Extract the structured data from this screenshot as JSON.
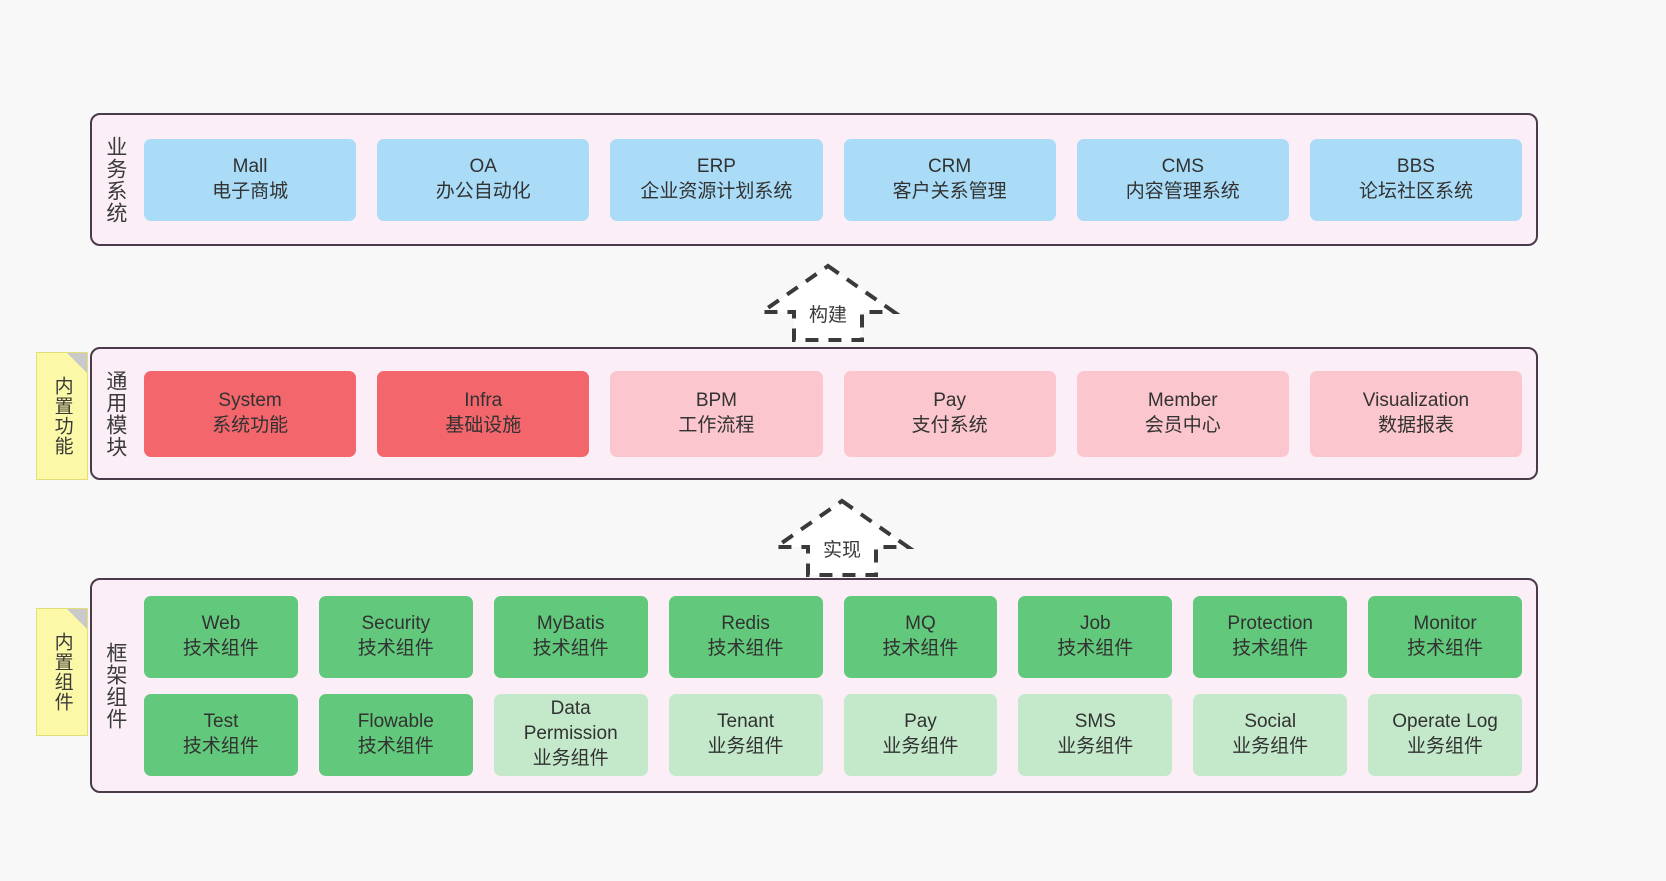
{
  "diagram": {
    "background_color": "#f8f8f8",
    "layer_fill": "#fbeef6",
    "layer_border": "#4a3b4a",
    "note_color": "#fbf8a8"
  },
  "layers": [
    {
      "id": "business-systems",
      "title": "业务系统",
      "rows": [
        {
          "style": "c-blue",
          "cells": [
            {
              "en": "Mall",
              "cn": "电子商城"
            },
            {
              "en": "OA",
              "cn": "办公自动化"
            },
            {
              "en": "ERP",
              "cn": "企业资源计划系统"
            },
            {
              "en": "CRM",
              "cn": "客户关系管理"
            },
            {
              "en": "CMS",
              "cn": "内容管理系统"
            },
            {
              "en": "BBS",
              "cn": "论坛社区系统"
            }
          ]
        }
      ]
    },
    {
      "id": "common-modules",
      "title": "通用模块",
      "note": "内置功能",
      "rows": [
        {
          "cells": [
            {
              "en": "System",
              "cn": "系统功能",
              "style": "c-red-strong"
            },
            {
              "en": "Infra",
              "cn": "基础设施",
              "style": "c-red-strong"
            },
            {
              "en": "BPM",
              "cn": "工作流程",
              "style": "c-pink-light"
            },
            {
              "en": "Pay",
              "cn": "支付系统",
              "style": "c-pink-light"
            },
            {
              "en": "Member",
              "cn": "会员中心",
              "style": "c-pink-light"
            },
            {
              "en": "Visualization",
              "cn": "数据报表",
              "style": "c-pink-light"
            }
          ]
        }
      ]
    },
    {
      "id": "framework-components",
      "title": "框架组件",
      "note": "内置组件",
      "rows": [
        {
          "cells": [
            {
              "en": "Web",
              "cn": "技术组件",
              "style": "c-green-strong"
            },
            {
              "en": "Security",
              "cn": "技术组件",
              "style": "c-green-strong"
            },
            {
              "en": "MyBatis",
              "cn": "技术组件",
              "style": "c-green-strong"
            },
            {
              "en": "Redis",
              "cn": "技术组件",
              "style": "c-green-strong"
            },
            {
              "en": "MQ",
              "cn": "技术组件",
              "style": "c-green-strong"
            },
            {
              "en": "Job",
              "cn": "技术组件",
              "style": "c-green-strong"
            },
            {
              "en": "Protection",
              "cn": "技术组件",
              "style": "c-green-strong"
            },
            {
              "en": "Monitor",
              "cn": "技术组件",
              "style": "c-green-strong"
            }
          ]
        },
        {
          "cells": [
            {
              "en": "Test",
              "cn": "技术组件",
              "style": "c-green-strong"
            },
            {
              "en": "Flowable",
              "cn": "技术组件",
              "style": "c-green-strong"
            },
            {
              "en": "Data Permission",
              "cn": "业务组件",
              "style": "c-green-light"
            },
            {
              "en": "Tenant",
              "cn": "业务组件",
              "style": "c-green-light"
            },
            {
              "en": "Pay",
              "cn": "业务组件",
              "style": "c-green-light"
            },
            {
              "en": "SMS",
              "cn": "业务组件",
              "style": "c-green-light"
            },
            {
              "en": "Social",
              "cn": "业务组件",
              "style": "c-green-light"
            },
            {
              "en": "Operate Log",
              "cn": "业务组件",
              "style": "c-green-light"
            }
          ]
        }
      ]
    }
  ],
  "connectors": [
    {
      "id": "build",
      "label": "构建",
      "from": "common-modules",
      "to": "business-systems"
    },
    {
      "id": "implement",
      "label": "实现",
      "from": "framework-components",
      "to": "common-modules"
    }
  ]
}
